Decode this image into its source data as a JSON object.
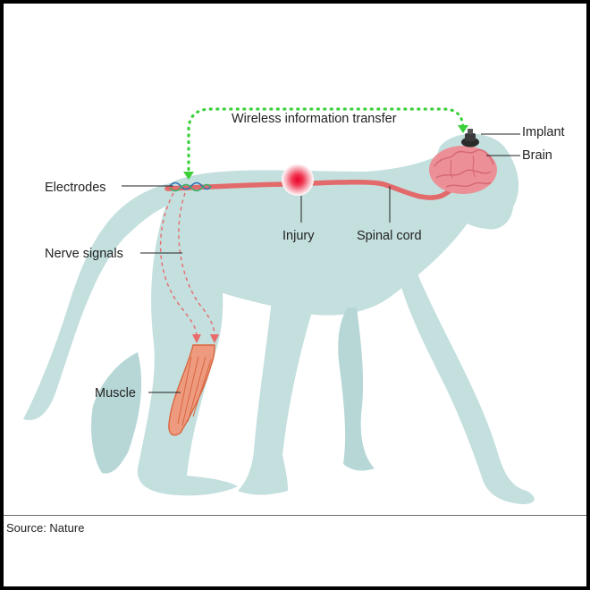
{
  "labels": {
    "wireless": "Wireless information transfer",
    "implant": "Implant",
    "brain": "Brain",
    "electrodes": "Electrodes",
    "injury": "Injury",
    "spinal_cord": "Spinal cord",
    "nerve_signals": "Nerve signals",
    "muscle": "Muscle"
  },
  "footer": {
    "source": "Source: Nature"
  },
  "colors": {
    "body": "#c3dfde",
    "shade": "#a9cdcc",
    "spinal_cord": "#e36a6a",
    "brain": "#ec8f96",
    "wireless_arrow": "#3ccf3c",
    "nerve_arrow": "#e86a6a",
    "muscle": "#e07a5a",
    "implant": "#2a2a2a"
  },
  "icons": [
    "implant-icon",
    "brain-icon",
    "electrodes-icon",
    "injury-icon",
    "muscle-icon"
  ]
}
